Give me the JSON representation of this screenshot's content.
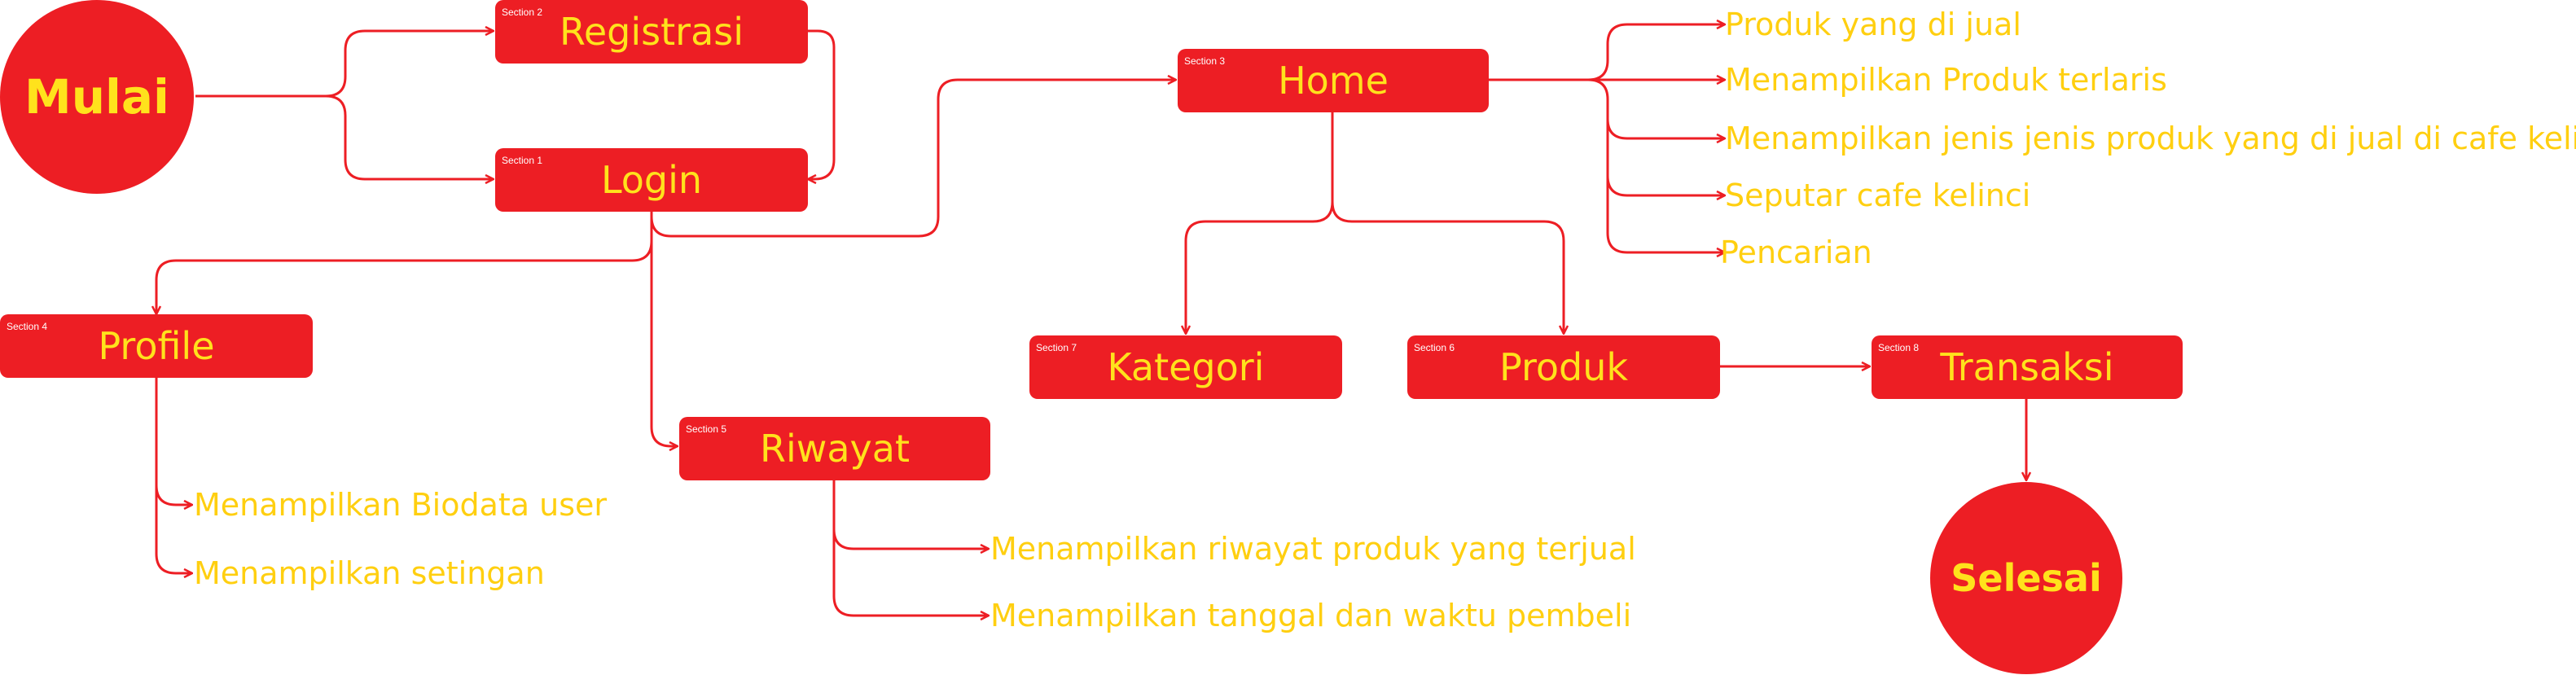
{
  "colors": {
    "box": "#ed1e24",
    "title": "#ffe21c",
    "label": "#ffcf10",
    "line": "#ed1e24"
  },
  "start": "Mulai",
  "end": "Selesai",
  "sections": {
    "registrasi": {
      "section": "Section 2",
      "title": "Registrasi"
    },
    "login": {
      "section": "Section 1",
      "title": "Login"
    },
    "home": {
      "section": "Section 3",
      "title": "Home"
    },
    "profile": {
      "section": "Section 4",
      "title": "Profile"
    },
    "riwayat": {
      "section": "Section 5",
      "title": "Riwayat"
    },
    "kategori": {
      "section": "Section 7",
      "title": "Kategori"
    },
    "produk": {
      "section": "Section 6",
      "title": "Produk"
    },
    "transaksi": {
      "section": "Section 8",
      "title": "Transaksi"
    }
  },
  "home_items": [
    "Produk yang di jual",
    "Menampilkan Produk terlaris",
    "Menampilkan jenis jenis produk yang di jual di cafe kelinci",
    "Seputar cafe kelinci",
    "Pencarian"
  ],
  "profile_items": [
    "Menampilkan Biodata user",
    "Menampilkan setingan"
  ],
  "riwayat_items": [
    "Menampilkan riwayat produk yang terjual",
    "Menampilkan tanggal dan waktu pembeli"
  ]
}
